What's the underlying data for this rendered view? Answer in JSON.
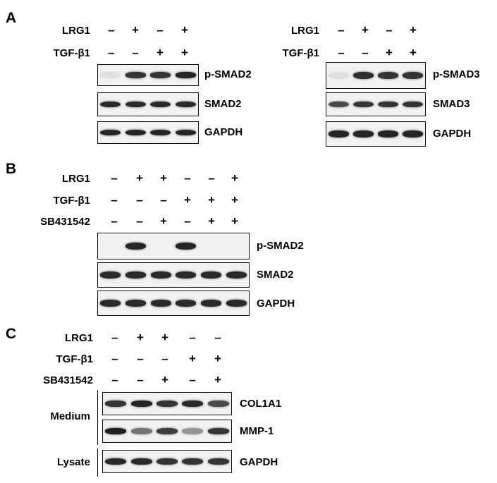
{
  "panels": [
    {
      "letter": "A",
      "sub": [
        {
          "conditions": [
            {
              "label": "LRG1",
              "signs": [
                "–",
                "+",
                "–",
                "+"
              ]
            },
            {
              "label": "TGF-β1",
              "signs": [
                "–",
                "–",
                "+",
                "+"
              ]
            }
          ],
          "blots": [
            {
              "label": "p-SMAD2",
              "intensities": [
                0.05,
                0.85,
                0.85,
                0.92
              ]
            },
            {
              "label": "SMAD2",
              "intensities": [
                0.9,
                0.9,
                0.9,
                0.9
              ]
            },
            {
              "label": "GAPDH",
              "intensities": [
                0.92,
                0.92,
                0.92,
                0.92
              ]
            }
          ]
        },
        {
          "conditions": [
            {
              "label": "LRG1",
              "signs": [
                "–",
                "+",
                "–",
                "+"
              ]
            },
            {
              "label": "TGF-β1",
              "signs": [
                "–",
                "–",
                "+",
                "+"
              ]
            }
          ],
          "blots": [
            {
              "label": "p-SMAD3",
              "intensities": [
                0.05,
                0.88,
                0.85,
                0.85
              ]
            },
            {
              "label": "SMAD3",
              "intensities": [
                0.75,
                0.85,
                0.85,
                0.85
              ]
            },
            {
              "label": "GAPDH",
              "intensities": [
                0.92,
                0.92,
                0.92,
                0.92
              ]
            }
          ]
        }
      ]
    },
    {
      "letter": "B",
      "conditions": [
        {
          "label": "LRG1",
          "signs": [
            "–",
            "+",
            "+",
            "–",
            "–",
            "+"
          ]
        },
        {
          "label": "TGF-β1",
          "signs": [
            "–",
            "–",
            "–",
            "+",
            "+",
            "+"
          ]
        },
        {
          "label": "SB431542",
          "signs": [
            "–",
            "–",
            "+",
            "–",
            "+",
            "+"
          ]
        }
      ],
      "blots": [
        {
          "label": "p-SMAD2",
          "intensities": [
            0.0,
            0.92,
            0.0,
            0.92,
            0.0,
            0.0
          ]
        },
        {
          "label": "SMAD2",
          "intensities": [
            0.9,
            0.9,
            0.9,
            0.9,
            0.9,
            0.9
          ]
        },
        {
          "label": "GAPDH",
          "intensities": [
            0.9,
            0.9,
            0.9,
            0.9,
            0.9,
            0.9
          ]
        }
      ]
    },
    {
      "letter": "C",
      "conditions": [
        {
          "label": "LRG1",
          "signs": [
            "–",
            "+",
            "+",
            "–",
            "–"
          ]
        },
        {
          "label": "TGF-β1",
          "signs": [
            "–",
            "–",
            "–",
            "+",
            "+"
          ]
        },
        {
          "label": "SB431542",
          "signs": [
            "–",
            "–",
            "+",
            "–",
            "+"
          ]
        }
      ],
      "groups": [
        {
          "label": "Medium"
        },
        {
          "label": "Lysate"
        }
      ],
      "blots": [
        {
          "label": "COL1A1",
          "intensities": [
            0.85,
            0.92,
            0.85,
            0.9,
            0.75
          ]
        },
        {
          "label": "MMP-1",
          "intensities": [
            0.95,
            0.55,
            0.8,
            0.4,
            0.85
          ]
        },
        {
          "label": "GAPDH",
          "intensities": [
            0.9,
            0.9,
            0.85,
            0.85,
            0.85
          ]
        }
      ]
    }
  ]
}
